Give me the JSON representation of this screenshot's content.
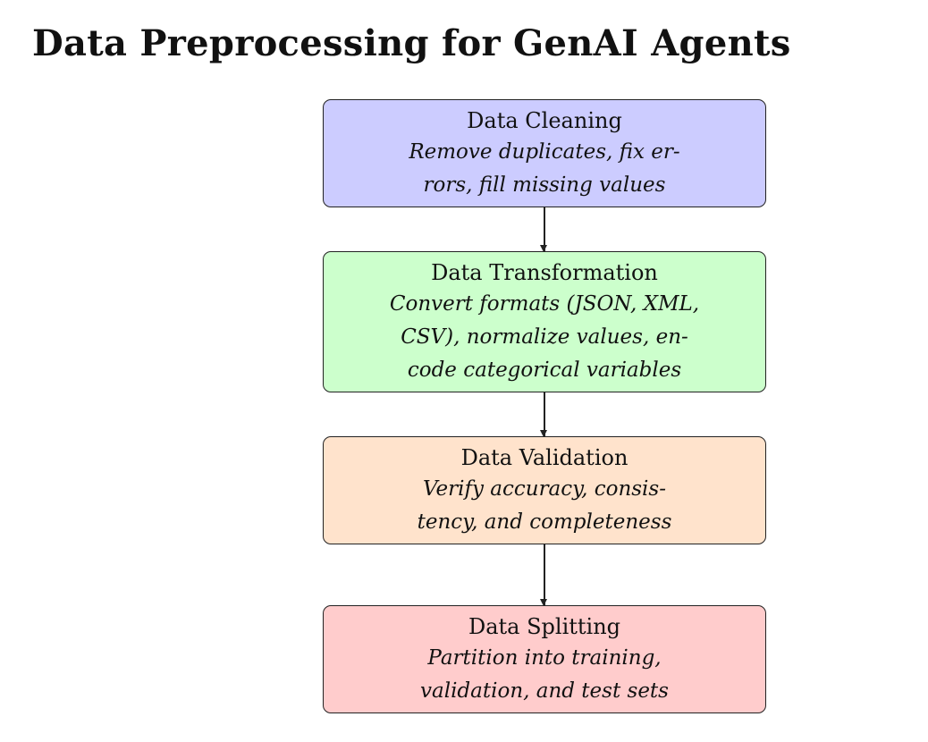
{
  "title": "Data Preprocessing for GenAI Agents",
  "colors": {
    "cleaning_fill": "#ccccff",
    "transformation_fill": "#ccffcc",
    "validation_fill": "#ffe3cc",
    "splitting_fill": "#ffcccc",
    "border": "#222222"
  },
  "steps": [
    {
      "title": "Data Cleaning",
      "description": "Remove duplicates, fix er-\nrors, fill missing values"
    },
    {
      "title": "Data Transformation",
      "description": "Convert formats (JSON, XML,\nCSV), normalize values, en-\ncode categorical variables"
    },
    {
      "title": "Data Validation",
      "description": "Verify accuracy, consis-\ntency, and completeness"
    },
    {
      "title": "Data Splitting",
      "description": "Partition into training,\nvalidation, and test sets"
    }
  ]
}
